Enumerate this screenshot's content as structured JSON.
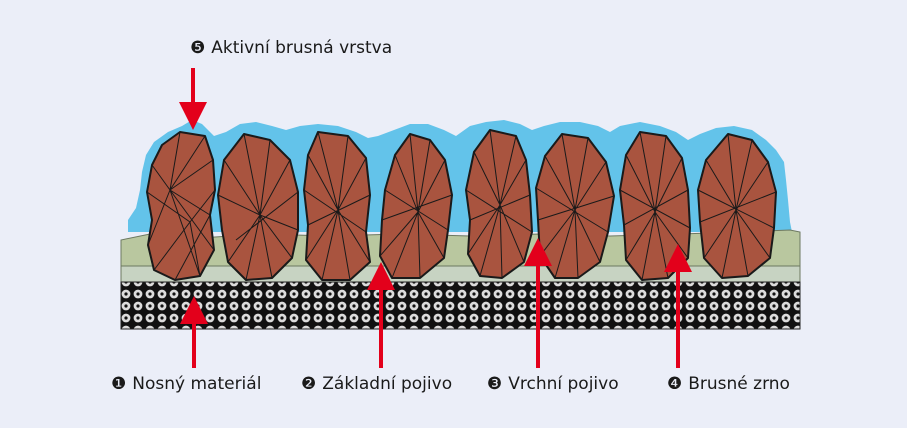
{
  "labels": {
    "active_layer": {
      "number": "❺",
      "text": "Aktivní brusná vrstva"
    },
    "backing": {
      "number": "❶",
      "text": "Nosný materiál"
    },
    "base_binder": {
      "number": "❷",
      "text": "Základní pojivo"
    },
    "top_binder": {
      "number": "❸",
      "text": "Vrchní pojivo"
    },
    "grain": {
      "number": "❹",
      "text": "Brusné zrno"
    }
  },
  "colors": {
    "background": "#ebeef8",
    "active_layer": "#63c3ea",
    "binder": "#b9c79f",
    "backing_strip": "#c7d3c2",
    "grain": "#a9543f",
    "arrow": "#e3001b"
  }
}
